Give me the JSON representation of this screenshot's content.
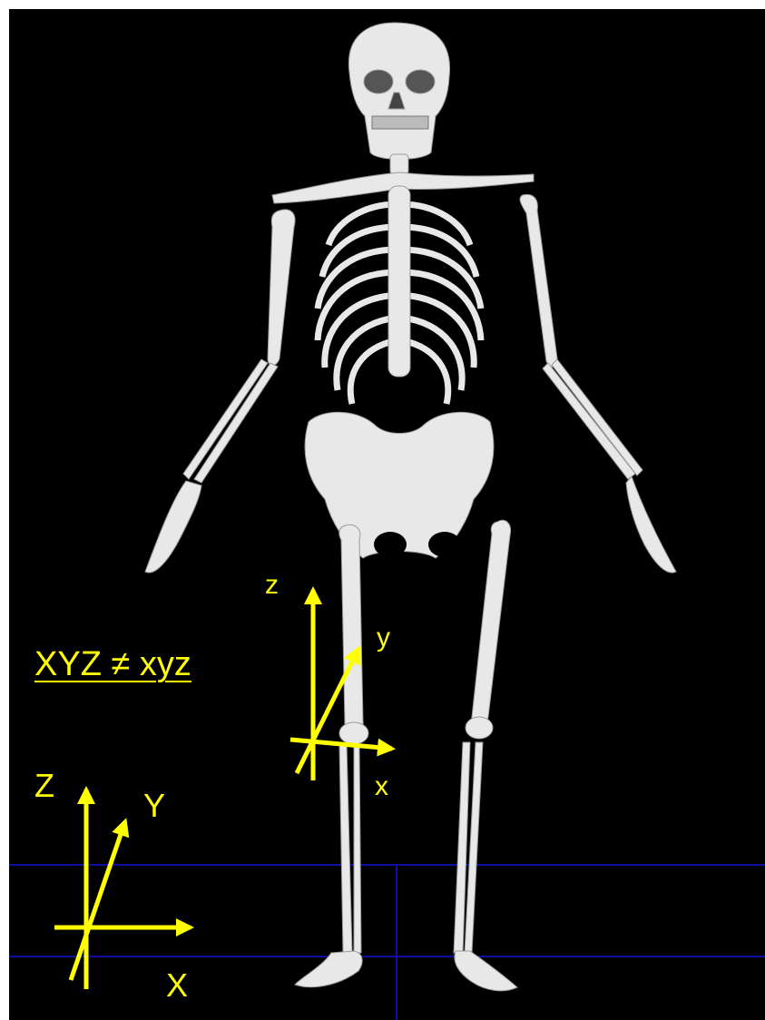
{
  "colors": {
    "background": "#000000",
    "frame": "#ffffff",
    "axis": "#ffff00",
    "ground_grid": "#1010a0",
    "bone": "#e8e8e8"
  },
  "caption": "XYZ ≠ xyz",
  "global_axes": {
    "x_label": "X",
    "y_label": "Y",
    "z_label": "Z"
  },
  "local_axes": {
    "x_label": "x",
    "y_label": "y",
    "z_label": "z"
  },
  "icons": [
    "skeleton-model",
    "global-axes-icon",
    "local-axes-icon",
    "ground-grid"
  ]
}
